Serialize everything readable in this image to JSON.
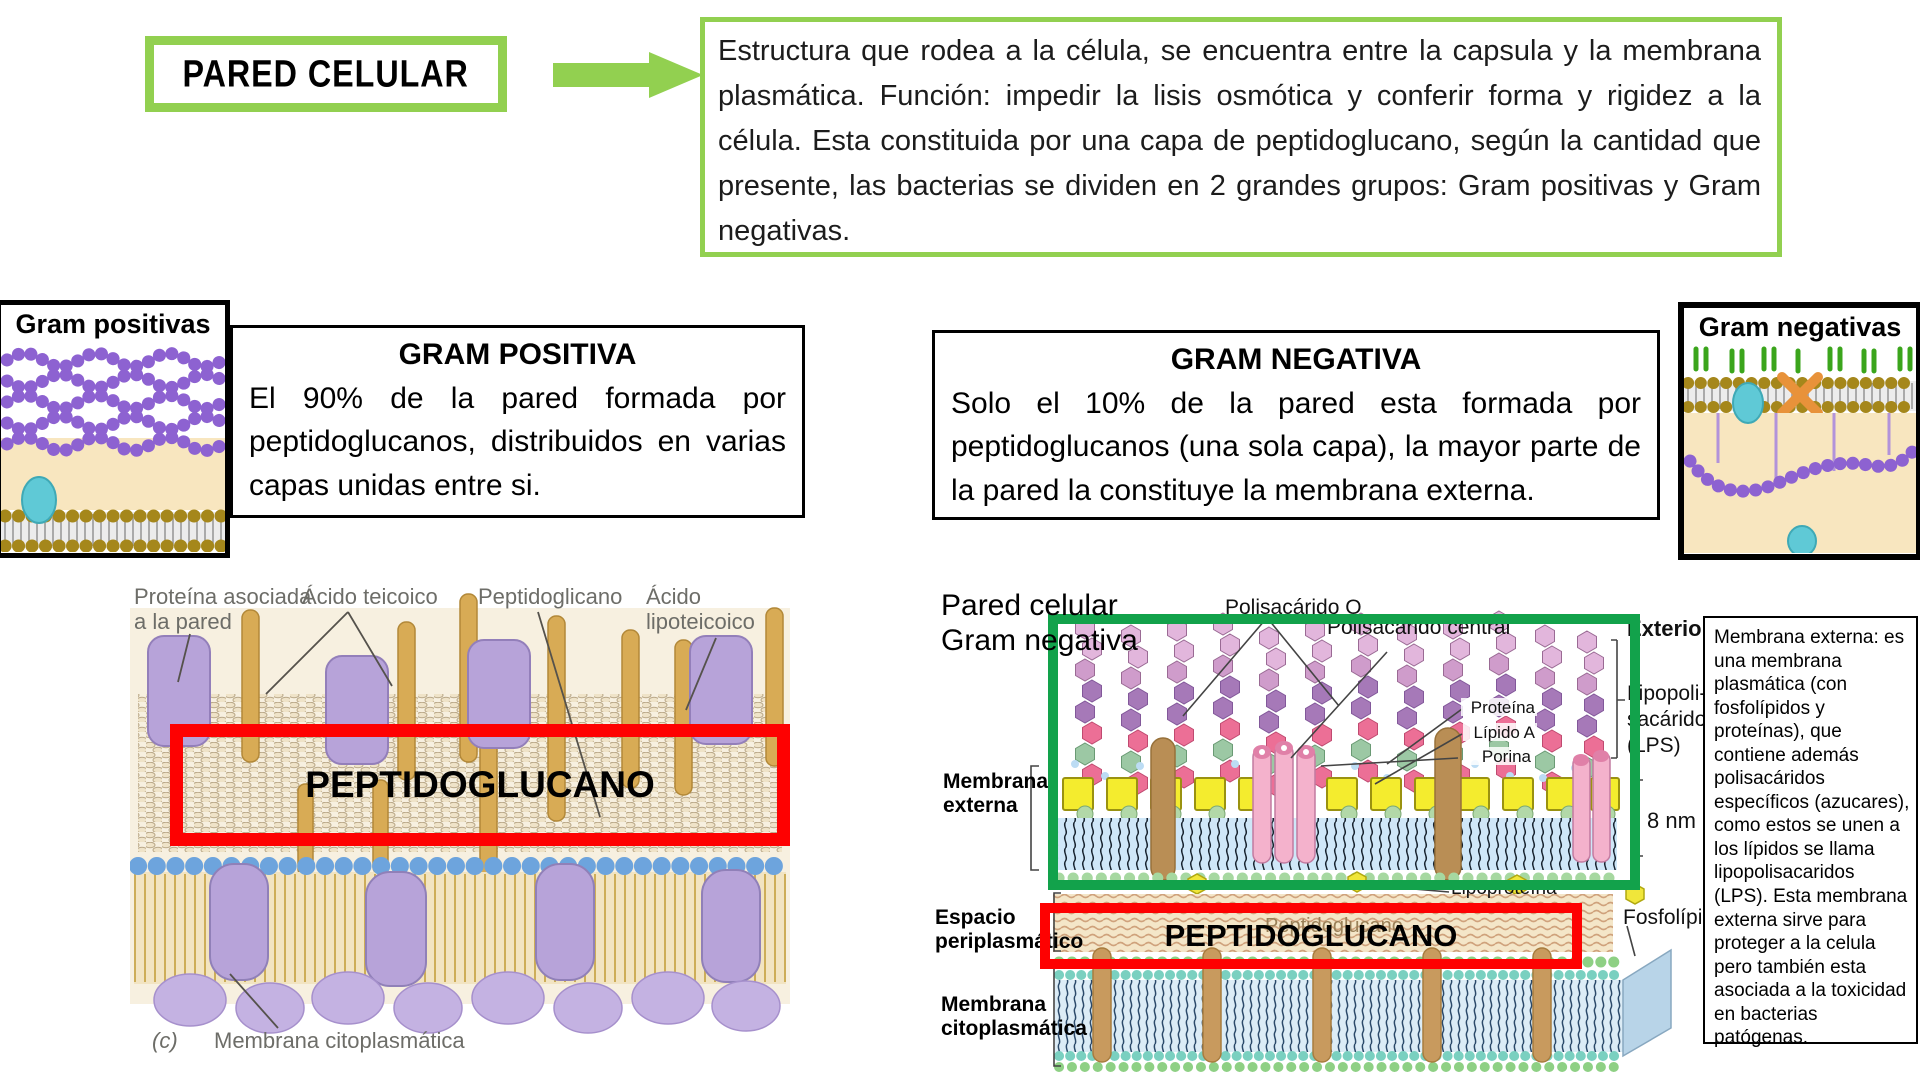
{
  "slide": {
    "title": "PARED CELULAR",
    "intro": "Estructura que rodea a la célula, se encuentra entre la capsula y la membrana plasmática. Función: impedir la lisis osmótica y conferir forma y rigidez a la célula. Esta constituida por una capa de peptidoglucano, según la cantidad que presente, las bacterias se dividen en 2 grandes grupos: Gram positivas y Gram negativas."
  },
  "gram_positiva": {
    "thumb_label": "Gram positivas",
    "panel_title": "GRAM POSITIVA",
    "panel_text": "El 90% de la pared formada por peptidoglucanos, distribuidos en varias capas unidas entre si."
  },
  "gram_negativa": {
    "thumb_label": "Gram negativas",
    "panel_title": "GRAM NEGATIVA",
    "panel_text": "Solo el 10% de la pared esta formada por peptidoglucanos (una sola capa), la mayor parte de la pared la constituye la membrana externa."
  },
  "gp_diagram": {
    "label_proteina": "Proteína asociada\na la pared",
    "label_acido_teicoico": "Ácido teicoico",
    "label_peptidoglicano": "Peptidoglicano",
    "label_acido_lipoteicoico": "Ácido\nlipoteicoico",
    "label_c": "(c)",
    "label_membrana": "Membrana citoplasmática",
    "highlight": "PEPTIDOGLUCANO"
  },
  "gn_diagram": {
    "title": "Pared celular\nGram negativa",
    "label_polisacarido_o": "Polisacárido O",
    "label_polisacarido_central": "Polisacárido central",
    "label_exterior": "Exterior",
    "label_lps_1": "Lipopoli-",
    "label_lps_2": "sacárido",
    "label_lps_3": "(LPS)",
    "label_proteina": "Proteína",
    "label_lipido_a": "Lípido A",
    "label_porina": "Porina",
    "label_8nm": "8 nm",
    "label_membrana_externa": "Membrana\nexterna",
    "label_espacio": "Espacio\nperiplasmático",
    "label_membrana_cito": "Membrana\ncitoplasmática",
    "label_lipoproteina": "Lipoproteína",
    "label_fosfolipido": "Fosfolípido",
    "label_peptidoglucano_small": "Peptidoglucano",
    "highlight": "PEPTIDOGLUCANO"
  },
  "note": {
    "text": "Membrana externa: es una membrana plasmática (con fosfolípidos y proteínas), que contiene además polisacáridos específicos (azucares), como estos se unen a los lípidos se llama lipopolisacaridos (LPS). Esta membrana externa sirve para proteger a la celula pero también esta asociada a la toxicidad en bacterias patógenas."
  },
  "colors": {
    "accent_green": "#92d050",
    "box_green": "#12a24b",
    "highlight_red": "#ff0000"
  }
}
